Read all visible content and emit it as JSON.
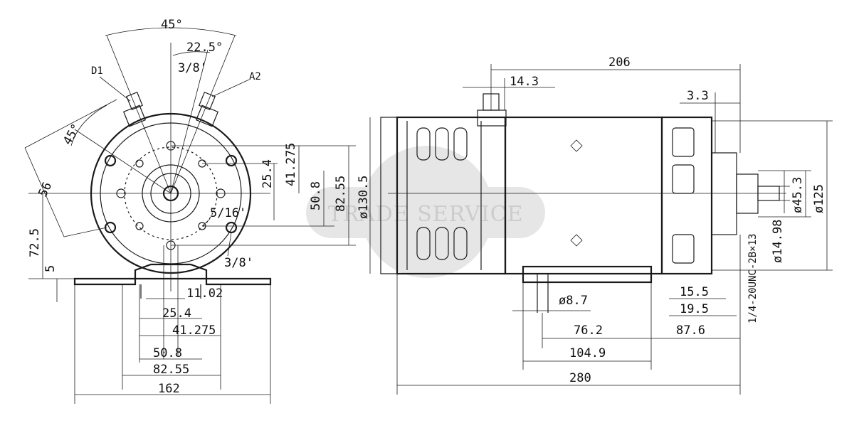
{
  "colors": {
    "line": "#1a1a1a",
    "watermark_fill": "#e3e3e3",
    "watermark_text": "#cfcfcf"
  },
  "watermark": {
    "text": "TRADE SERVICE"
  },
  "front_view": {
    "angle_45_top": "45°",
    "angle_22_5": "22.5°",
    "thread_3_8_top": "3/8'",
    "terminal_d1": "D1",
    "terminal_a2": "A2",
    "angle_45_left": "45°",
    "dim_56": "56",
    "dim_41_275_v": "41.275",
    "dim_25_4_v": "25.4",
    "dim_50_8_v": "50.8",
    "dim_82_55_v": "82.55",
    "thread_5_16": "5/16'",
    "thread_3_8_bottom": "3/8'",
    "dim_72_5": "72.5",
    "dim_5": "5",
    "dim_11_02": "11.02",
    "dim_25_4_h": "25.4",
    "dim_41_275_h": "41.275",
    "dim_50_8_h": "50.8",
    "dim_82_55_h": "82.55",
    "dim_162": "162"
  },
  "side_view": {
    "dim_206": "206",
    "dim_14_3": "14.3",
    "dim_3_3": "3.3",
    "dim_130_5": "ø130.5",
    "dim_45_3": "ø45.3",
    "dim_125": "ø125",
    "dim_14_98": "ø14.98",
    "thread_note": "1/4-20UNC-2B×13",
    "dim_8_7": "ø8.7",
    "dim_15_5": "15.5",
    "dim_19_5": "19.5",
    "dim_76_2": "76.2",
    "dim_87_6": "87.6",
    "dim_104_9": "104.9",
    "dim_280": "280"
  }
}
